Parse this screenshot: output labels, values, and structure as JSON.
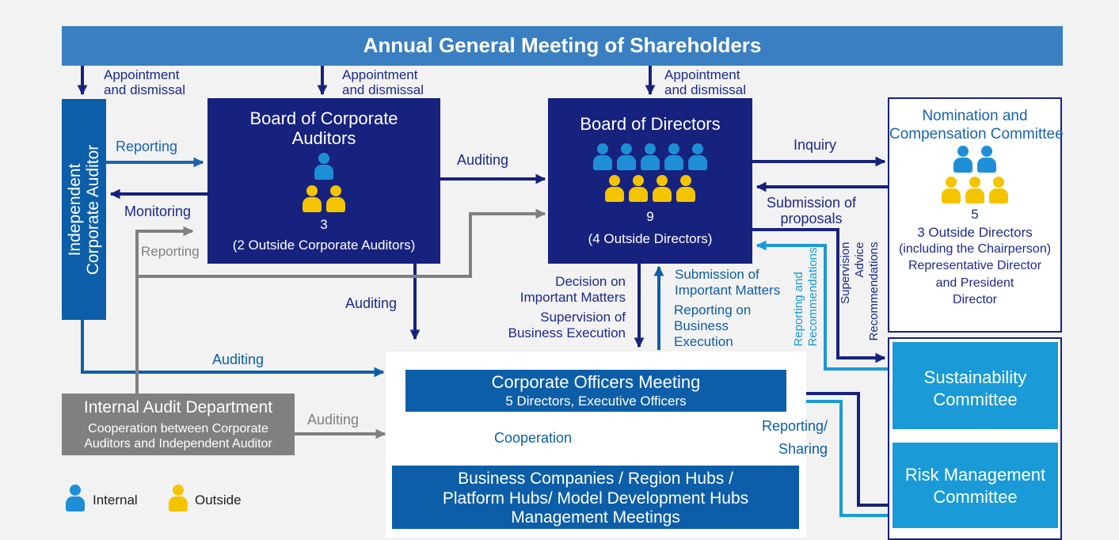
{
  "agm": {
    "title": "Annual General Meeting of Shareholders"
  },
  "appointment": {
    "line1": "Appointment",
    "line2": "and dismissal"
  },
  "independent_auditor": {
    "label_line1": "Independent",
    "label_line2": "Corporate Auditor"
  },
  "board_auditors": {
    "title_line1": "Board of Corporate",
    "title_line2": "Auditors",
    "count": "3",
    "detail": "(2 Outside Corporate Auditors)",
    "internal_count": 1,
    "outside_count": 2
  },
  "board_directors": {
    "title": "Board of Directors",
    "count": "9",
    "detail": "(4 Outside Directors)",
    "internal_count": 5,
    "outside_count": 4
  },
  "nomination": {
    "title_line1": "Nomination and",
    "title_line2": "Compensation Committee",
    "count": "5",
    "line1": "3 Outside Directors",
    "line2": "(including the Chairperson)",
    "line3": "Representative Director",
    "line4": "and President",
    "line5": "Director",
    "internal_count": 2,
    "outside_count": 3
  },
  "internal_audit": {
    "title": "Internal Audit Department",
    "sub_line1": "Cooperation between Corporate",
    "sub_line2": "Auditors and Independent Auditor"
  },
  "officers_meeting": {
    "title": "Corporate Officers Meeting",
    "sub": "5 Directors, Executive Officers"
  },
  "business": {
    "line1": "Business Companies / Region Hubs /",
    "line2": "Platform Hubs/ Model Development Hubs",
    "line3": "Management Meetings"
  },
  "sustainability": {
    "line1": "Sustainability",
    "line2": "Committee"
  },
  "risk": {
    "line1": "Risk Management",
    "line2": "Committee"
  },
  "labels": {
    "reporting": "Reporting",
    "monitoring": "Monitoring",
    "auditing": "Auditing",
    "inquiry": "Inquiry",
    "submission_line1": "Submission of",
    "submission_line2": "proposals",
    "decision_line1": "Decision on",
    "decision_line2": "Important Matters",
    "supervision_line1": "Supervision of",
    "supervision_line2": "Business Execution",
    "sub_important_line1": "Submission of",
    "sub_important_line2": "Important Matters",
    "rep_business_line1": "Reporting on",
    "rep_business_line2": "Business",
    "rep_business_line3": "Execution",
    "rep_recommend_line1": "Reporting and",
    "rep_recommend_line2": "Recommendations",
    "sar_line1": "Supervision",
    "sar_line2": "Advice",
    "sar_line3": "Recommendations",
    "cooperation": "Cooperation",
    "reporting_sharing_line1": "Reporting/",
    "reporting_sharing_line2": "Sharing"
  },
  "legend": {
    "internal": "Internal",
    "outside": "Outside"
  },
  "colors": {
    "agm_blue": "#3a7fc1",
    "navy": "#16227d",
    "mid_blue": "#0d5ea8",
    "cyan": "#1a9ad6",
    "grey": "#808080",
    "internal_figure": "#1e8fd6",
    "outside_figure": "#f5c400"
  }
}
